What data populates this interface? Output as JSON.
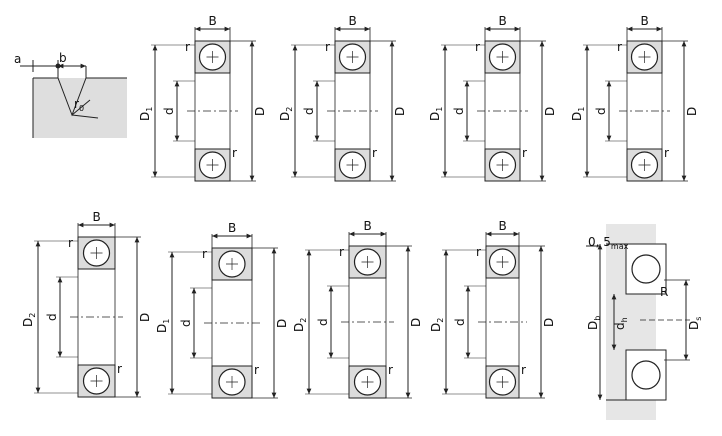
{
  "colors": {
    "ring": "#dcdcdc",
    "line": "#222222",
    "groove_bg": "#dedede",
    "housing": "#e6e6e6"
  },
  "groove_detail": {
    "label_a": "a",
    "label_b": "b",
    "label_r": "r",
    "label_r_sub": "0"
  },
  "bearings": [
    {
      "label_B": "B",
      "label_r": "r",
      "label_d": "d",
      "label_D": "D",
      "label_outer": "D",
      "label_outer_sub": "1"
    },
    {
      "label_B": "B",
      "label_r": "r",
      "label_d": "d",
      "label_D": "D",
      "label_outer": "D",
      "label_outer_sub": "2"
    },
    {
      "label_B": "B",
      "label_r": "r",
      "label_d": "d",
      "label_D": "D",
      "label_outer": "D",
      "label_outer_sub": "1"
    },
    {
      "label_B": "B",
      "label_r": "r",
      "label_d": "d",
      "label_D": "D",
      "label_outer": "D",
      "label_outer_sub": "1"
    },
    {
      "label_B": "B",
      "label_r": "r",
      "label_d": "d",
      "label_D": "D",
      "label_outer": "D",
      "label_outer_sub": "2"
    },
    {
      "label_B": "B",
      "label_r": "r",
      "label_d": "d",
      "label_D": "D",
      "label_outer": "D",
      "label_outer_sub": "1"
    },
    {
      "label_B": "B",
      "label_r": "r",
      "label_d": "d",
      "label_D": "D",
      "label_outer": "D",
      "label_outer_sub": "2"
    },
    {
      "label_B": "B",
      "label_r": "r",
      "label_d": "d",
      "label_D": "D",
      "label_outer": "D",
      "label_outer_sub": "2"
    }
  ],
  "mounting": {
    "label_chamfer": "0, 5",
    "label_chamfer_sub": "max",
    "label_R": "R",
    "label_Db": "D",
    "label_Db_sub": "b",
    "label_dh": "d",
    "label_dh_sub": "h",
    "label_Ds": "D",
    "label_Ds_sub": "s"
  }
}
